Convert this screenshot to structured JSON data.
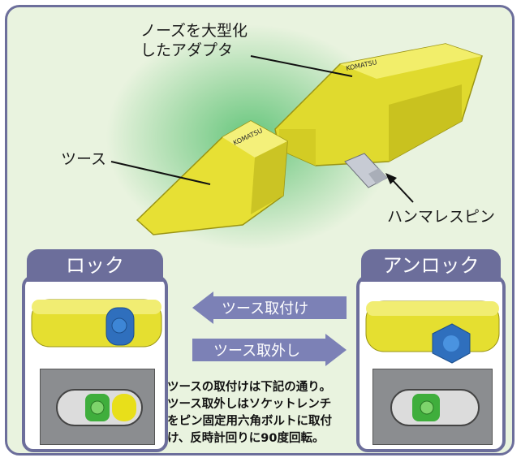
{
  "labels": {
    "adapter": [
      "ノーズを大型化",
      "したアダプタ"
    ],
    "tooth": "ツース",
    "pin": "ハンマレスピン",
    "brand_adapter": "KOMATSU",
    "brand_tooth": "KOMATSU"
  },
  "panels": {
    "lock_title": "ロック",
    "unlock_title": "アンロック"
  },
  "arrows": {
    "install": "ツース取付け",
    "remove": "ツース取外し"
  },
  "note": [
    "ツースの取付けは下記の通り。",
    "ツース取外しはソケットレンチ",
    "をピン固定用六角ボルトに取付",
    "け、反時計回りに90度回転。"
  ],
  "colors": {
    "frame": "#6c6e9b",
    "part_yellow": "#e8e23a",
    "pin_blue": "#2f6fbd",
    "green_glow": "#4fb86a",
    "arrow": "#7c81b6"
  }
}
